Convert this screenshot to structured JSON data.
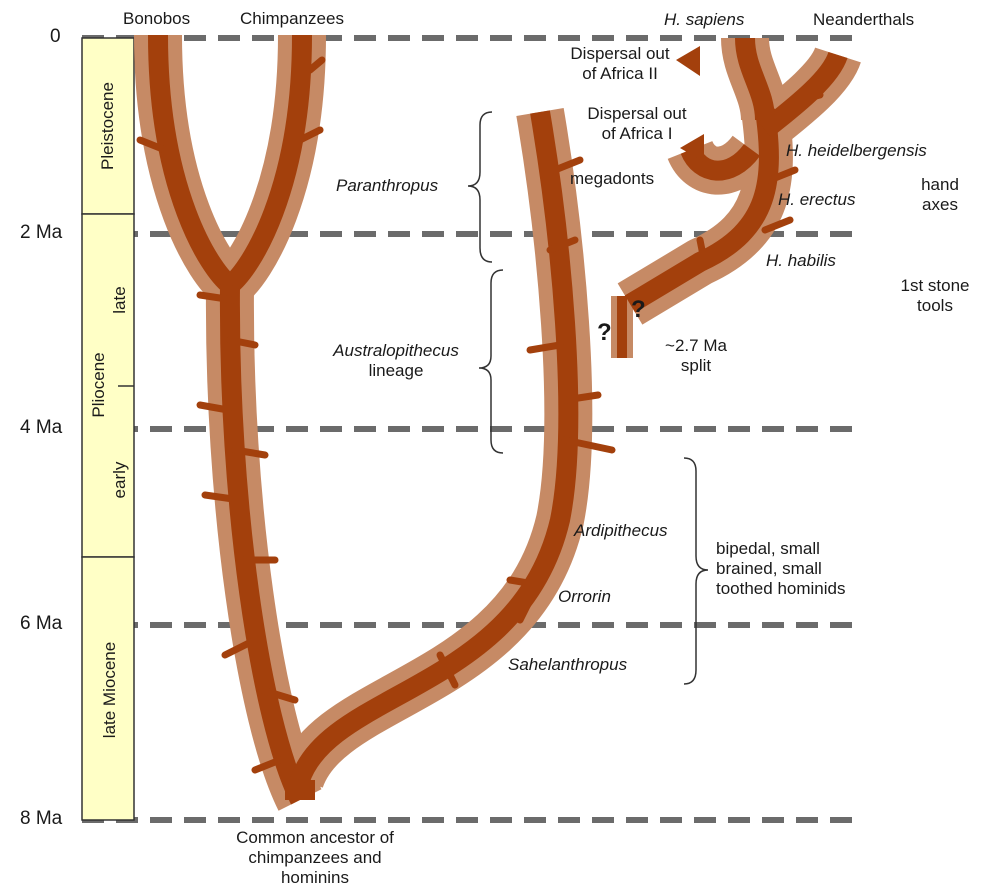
{
  "time_axis": {
    "ticks": [
      "0",
      "2 Ma",
      "4 Ma",
      "6 Ma",
      "8 Ma"
    ]
  },
  "epochs": {
    "pleistocene": "Pleistocene",
    "pliocene": "Pliocene",
    "pliocene_late": "late",
    "pliocene_early": "early",
    "late_miocene": "late Miocene"
  },
  "tips": {
    "bonobos": "Bonobos",
    "chimpanzees": "Chimpanzees",
    "h_sapiens": "H. sapiens",
    "neanderthals": "Neanderthals"
  },
  "genera": {
    "paranthropus": "Paranthropus",
    "australopithecus": "Australopithecus",
    "ardipithecus": "Ardipithecus",
    "orrorin": "Orrorin",
    "sahelanthropus": "Sahelanthropus"
  },
  "homo": {
    "heidelbergensis": "H. heidelbergensis",
    "erectus": "H. erectus",
    "habilis": "H. habilis"
  },
  "labels": {
    "dispersal_2_line1": "Dispersal out",
    "dispersal_2_line2": "of Africa II",
    "dispersal_1_line1": "Dispersal out",
    "dispersal_1_line2": "of Africa I",
    "megadonts": "megadonts",
    "lineage": "lineage",
    "split_line1": "~2.7 Ma",
    "split_line2": "split",
    "question": "?",
    "hand_axes_line1": "hand",
    "hand_axes_line2": "axes",
    "stone_tools_line1": "1st stone",
    "stone_tools_line2": "tools",
    "bipedal_line1": "bipedal, small",
    "bipedal_line2": "brained, small",
    "bipedal_line3": "toothed hominids",
    "ancestor_line1": "Common ancestor of",
    "ancestor_line2": "chimpanzees and",
    "ancestor_line3": "hominins"
  },
  "colors": {
    "branch_outer": "#c68a65",
    "branch_inner": "#a3400c",
    "epoch_fill": "#ffffc6",
    "dash": "#6b6b6b"
  }
}
